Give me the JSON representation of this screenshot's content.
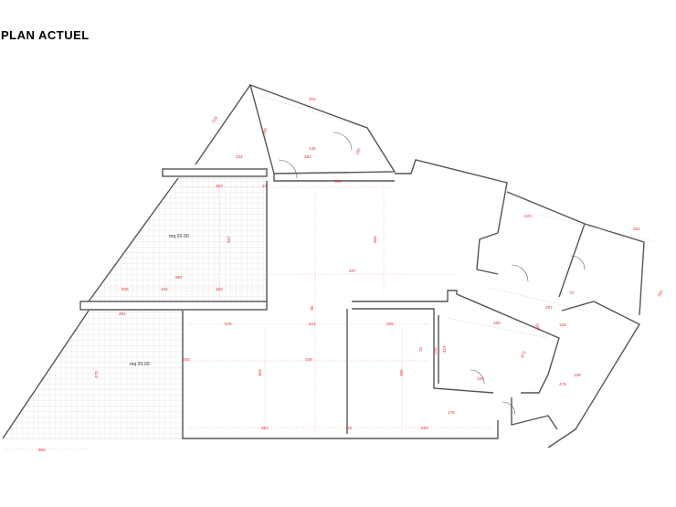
{
  "title": "PLAN  ACTUEL",
  "colors": {
    "wall": "#555555",
    "dimension": "#e8343a",
    "hatch": "#cfcfcf",
    "background": "#ffffff"
  },
  "areas": [
    {
      "label": "mq 20.00"
    },
    {
      "label": "mq 20.00"
    }
  ],
  "dimensions": [
    "304",
    "328",
    "234",
    "262",
    "380",
    "160",
    "145",
    "303",
    "24",
    "505",
    "220",
    "557",
    "950",
    "467",
    "982",
    "845",
    "164",
    "183",
    "98",
    "284",
    "576",
    "221",
    "206",
    "269",
    "297",
    "509",
    "250",
    "108",
    "20",
    "872",
    "304",
    "395",
    "229",
    "424",
    "478",
    "139",
    "175",
    "364",
    "16",
    "520",
    "204",
    "470",
    "950",
    "252",
    "391",
    "128",
    "70"
  ]
}
